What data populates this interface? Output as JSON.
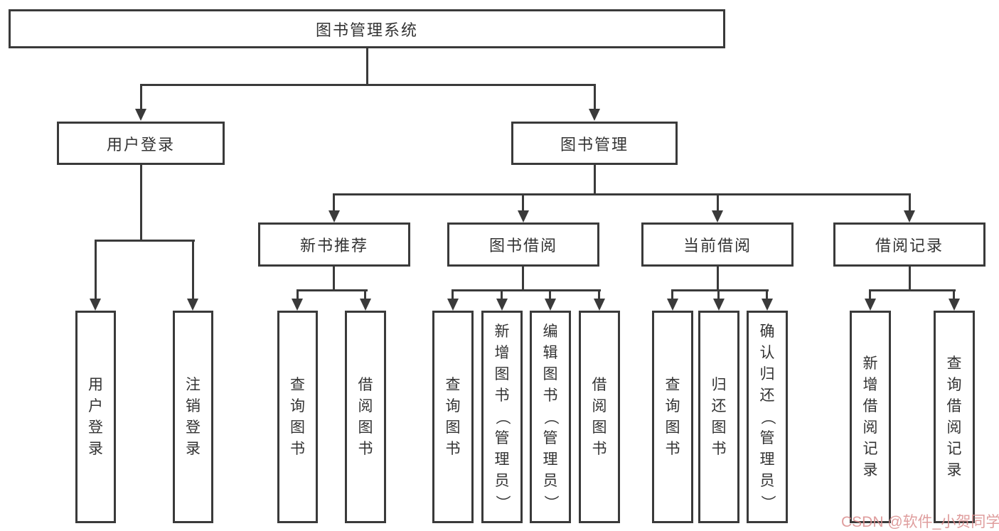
{
  "diagram": {
    "root": {
      "label": "图书管理系统",
      "children": [
        {
          "label": "用户登录",
          "children": [
            {
              "label": "用户登录"
            },
            {
              "label": "注销登录"
            }
          ]
        },
        {
          "label": "图书管理",
          "children": [
            {
              "label": "新书推荐",
              "children": [
                {
                  "label": "查询图书"
                },
                {
                  "label": "借阅图书"
                }
              ]
            },
            {
              "label": "图书借阅",
              "children": [
                {
                  "label": "查询图书"
                },
                {
                  "label": "新增图书（管理员）"
                },
                {
                  "label": "编辑图书（管理员）"
                },
                {
                  "label": "借阅图书"
                }
              ]
            },
            {
              "label": "当前借阅",
              "children": [
                {
                  "label": "查询图书"
                },
                {
                  "label": "归还图书"
                },
                {
                  "label": "确认归还（管理员）"
                }
              ]
            },
            {
              "label": "借阅记录",
              "children": [
                {
                  "label": "新增借阅记录"
                },
                {
                  "label": "查询借阅记录"
                }
              ]
            }
          ]
        }
      ]
    }
  },
  "watermark": {
    "text": "CSDN @软件_小贺同学"
  },
  "colors": {
    "line": "#3a3a3a",
    "text": "#333333",
    "watermark": "#d98c8c",
    "background": "#ffffff"
  }
}
